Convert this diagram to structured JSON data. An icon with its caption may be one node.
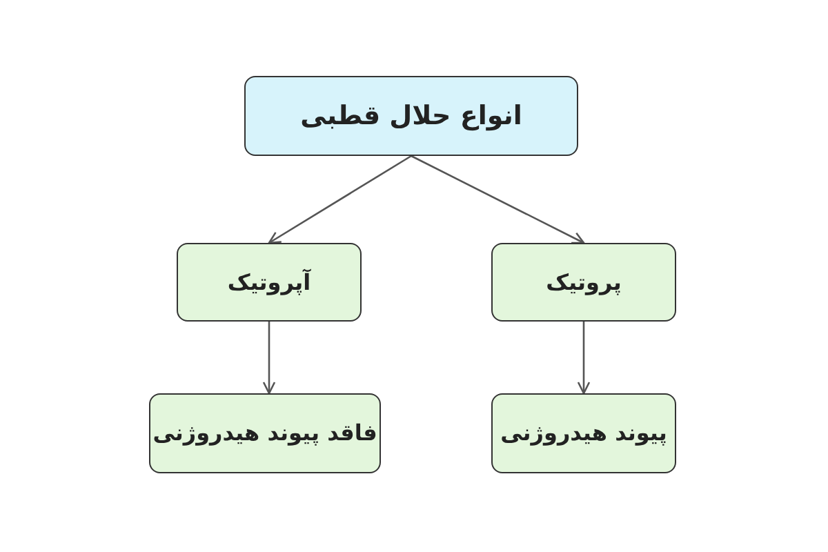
{
  "diagram": {
    "nodes": [
      {
        "text": [
          "انواع حلال قطبی"
        ]
      },
      {
        "text": [
          "آپروتیک"
        ]
      },
      {
        "text": [
          "پروتیک"
        ]
      },
      {
        "text": [
          "فاقد پیوند هیدروژنی"
        ]
      },
      {
        "text": [
          "پیوند هیدروژنی"
        ]
      }
    ],
    "edges": [
      {
        "from": 0,
        "to": 1,
        "arrow": "to"
      },
      {
        "from": 0,
        "to": 2,
        "arrow": "to"
      },
      {
        "from": 1,
        "to": 3,
        "arrow": "to"
      },
      {
        "from": 2,
        "to": 4,
        "arrow": "to"
      }
    ]
  }
}
